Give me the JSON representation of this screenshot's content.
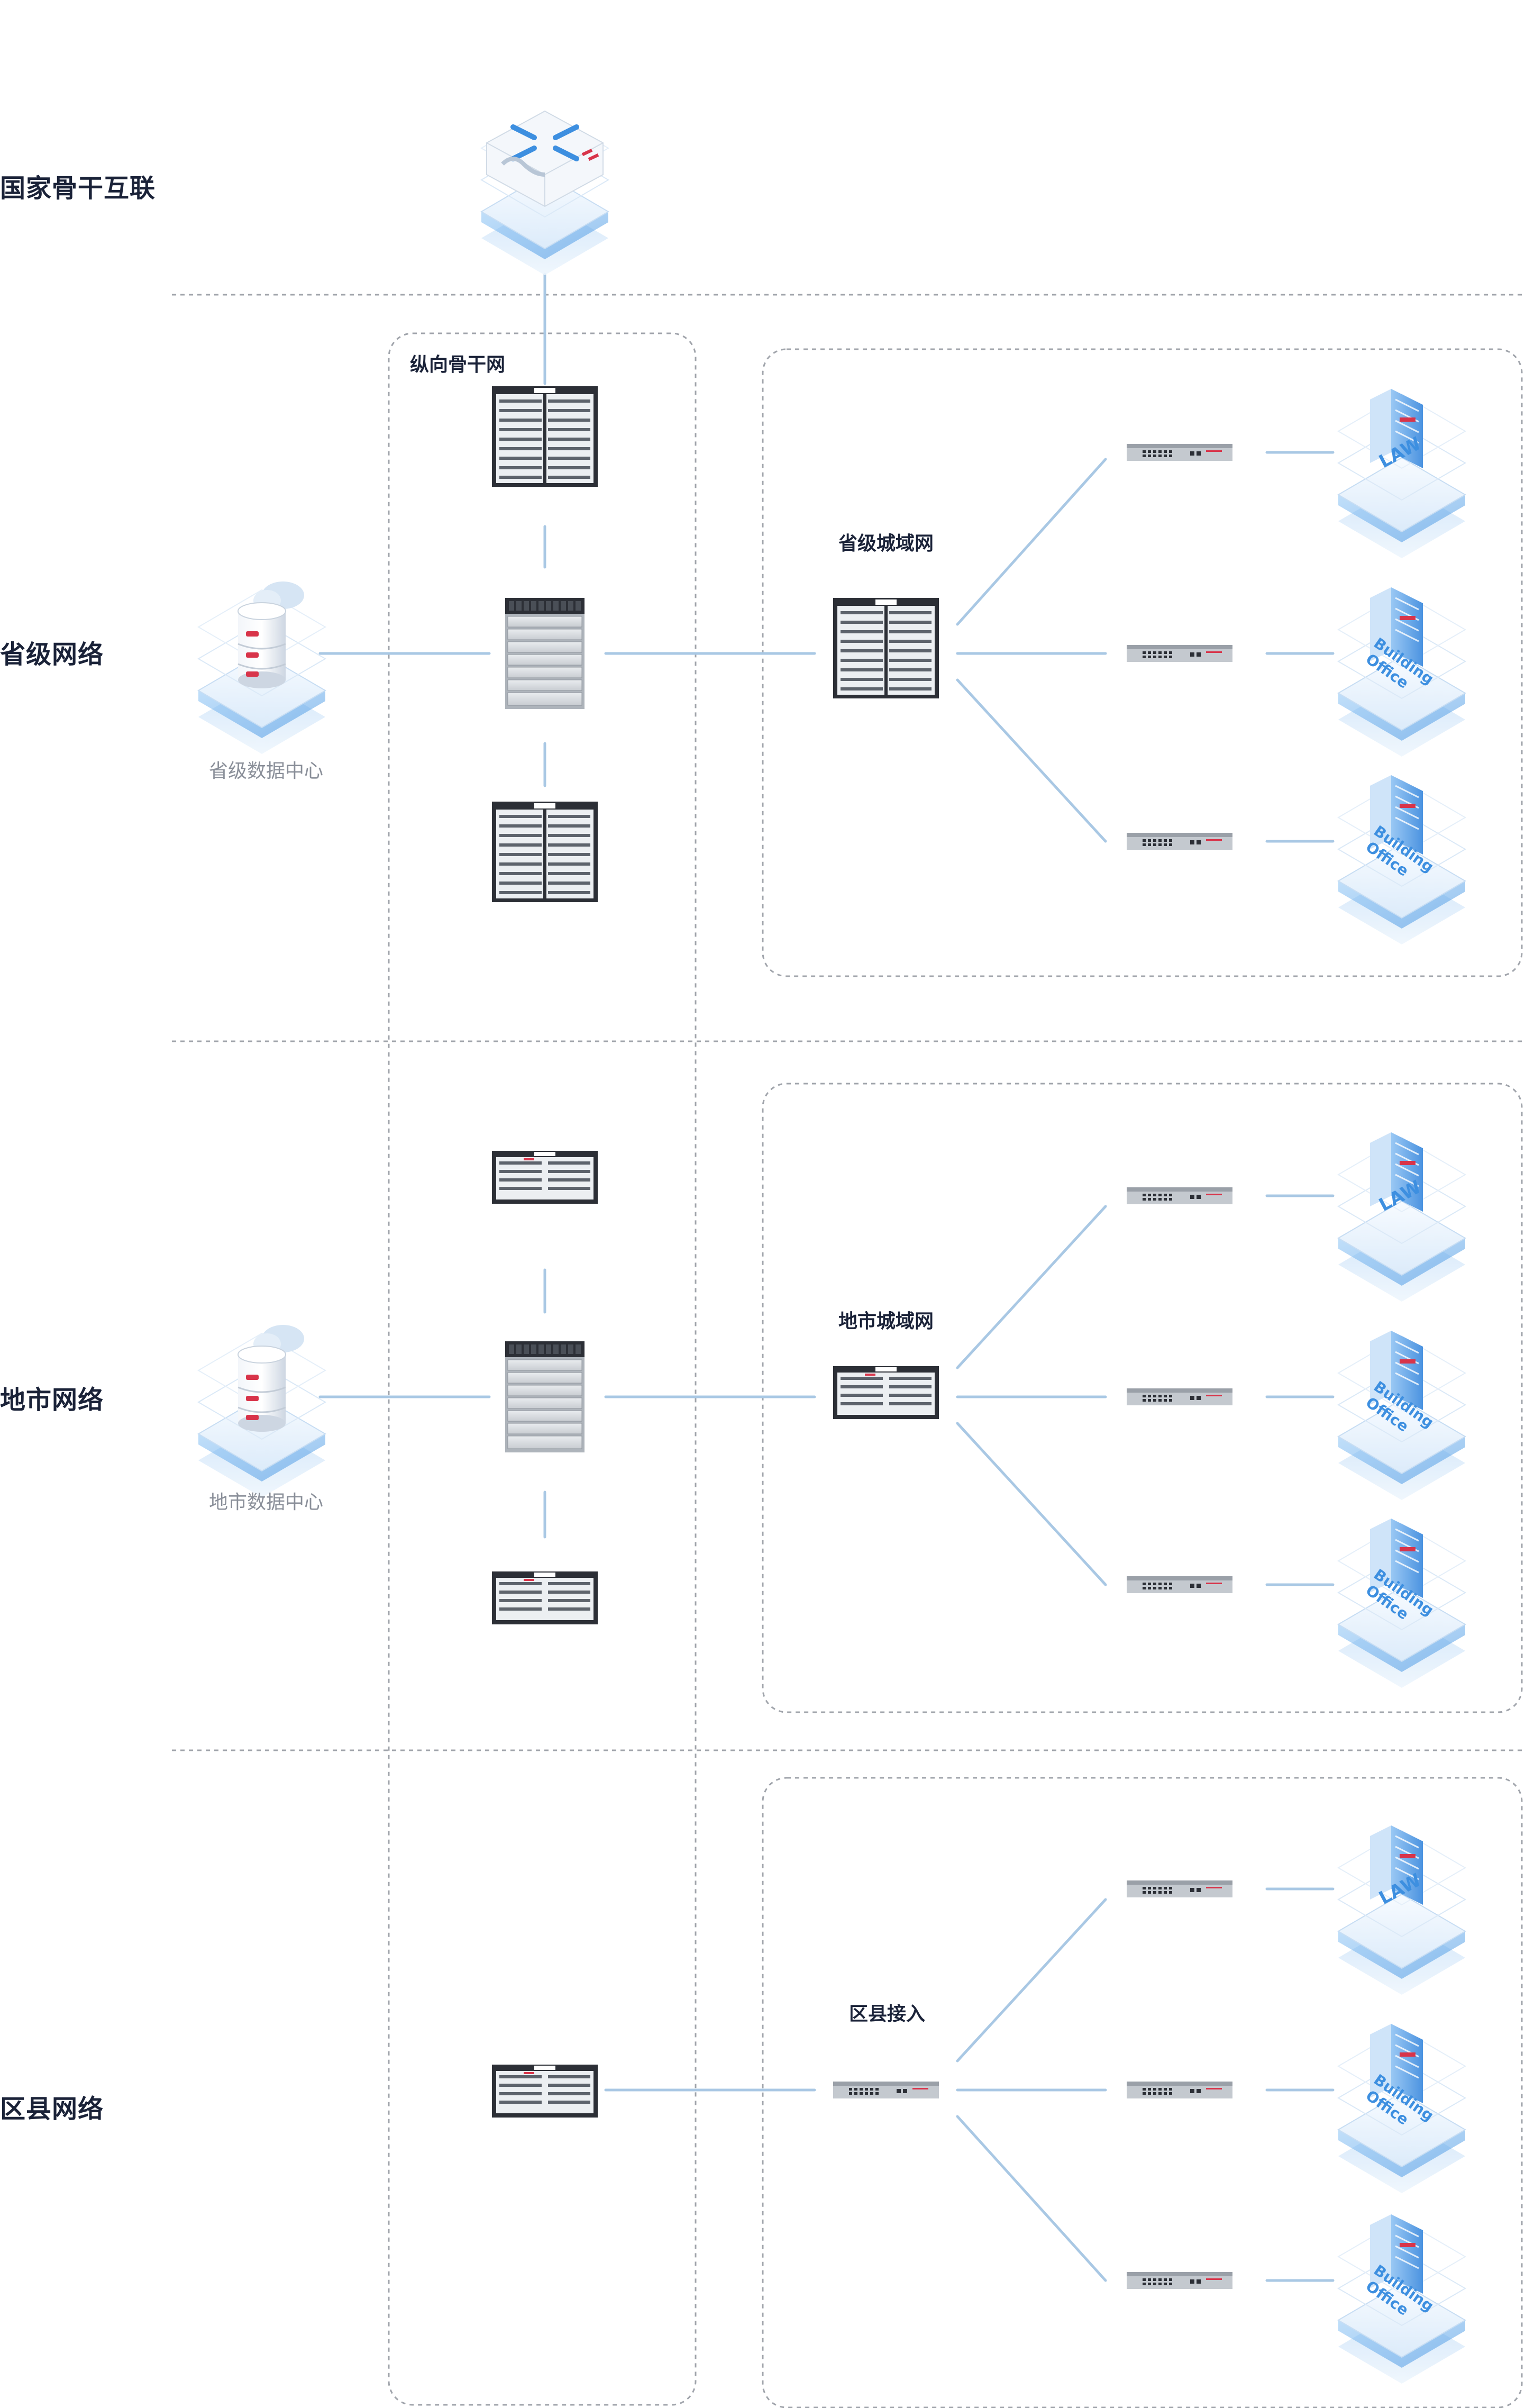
{
  "tiers": {
    "national": "国家骨干互联",
    "provincial": "省级网络",
    "city": "地市网络",
    "county": "区县网络"
  },
  "groups": {
    "vertical_backbone": "纵向骨干网",
    "provincial_metro": "省级城域网",
    "city_metro": "地市城域网",
    "county_access": "区县接入"
  },
  "datacenters": {
    "provincial": "省级数据中心",
    "city": "地市数据中心"
  },
  "building_labels": {
    "law": "LAW",
    "building": "Building",
    "office": "Office"
  },
  "colors": {
    "line": "#a9c8e4",
    "dash": "#a0a4ab",
    "label": "#1a2238",
    "device_dark": "#2c2f36",
    "accent_red": "#d8344a",
    "icon_blue": "#3d8fe0"
  },
  "icons": [
    "core-router-icon",
    "chassis-switch-icon",
    "cloud-database-icon",
    "access-switch-icon",
    "law-building-icon",
    "office-building-icon"
  ]
}
